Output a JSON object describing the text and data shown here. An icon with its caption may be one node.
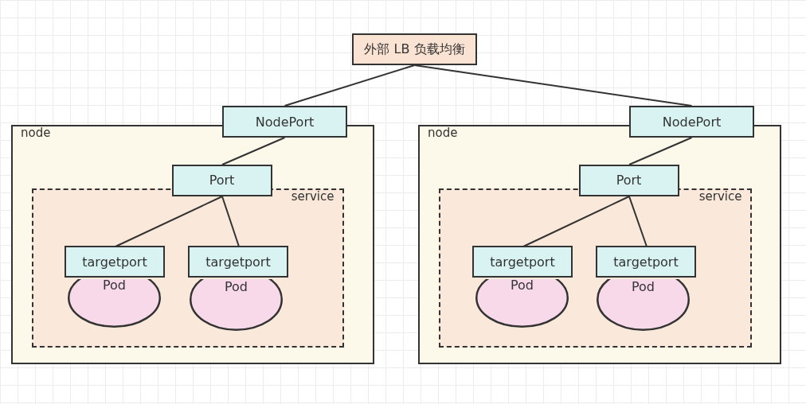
{
  "diagram": {
    "nodes": [
      {
        "text": [
          "外部 LB 负载均衡"
        ]
      },
      {
        "text": [
          "node"
        ]
      },
      {
        "text": [
          "NodePort"
        ]
      },
      {
        "text": [
          "Port"
        ],
        "in": 1
      },
      {
        "text": [
          "service"
        ],
        "in": 1
      },
      {
        "text": [
          "targetport"
        ],
        "in": 4
      },
      {
        "text": [
          "Pod"
        ],
        "in": 4
      },
      {
        "text": [
          "targetport"
        ],
        "in": 4
      },
      {
        "text": [
          "Pod"
        ],
        "in": 4
      },
      {
        "text": [
          "node"
        ]
      },
      {
        "text": [
          "NodePort"
        ]
      },
      {
        "text": [
          "Port"
        ],
        "in": 9
      },
      {
        "text": [
          "service"
        ],
        "in": 9
      },
      {
        "text": [
          "targetport"
        ],
        "in": 12
      },
      {
        "text": [
          "Pod"
        ],
        "in": 12
      },
      {
        "text": [
          "targetport"
        ],
        "in": 12
      },
      {
        "text": [
          "Pod"
        ],
        "in": 12
      }
    ],
    "edges": [
      {
        "from": 0,
        "to": 2,
        "arrow": "none"
      },
      {
        "from": 2,
        "to": 3,
        "arrow": "none"
      },
      {
        "from": 3,
        "to": 5,
        "arrow": "none"
      },
      {
        "from": 3,
        "to": 7,
        "arrow": "none"
      },
      {
        "from": 0,
        "to": 10,
        "arrow": "none"
      },
      {
        "from": 10,
        "to": 11,
        "arrow": "none"
      },
      {
        "from": 11,
        "to": 13,
        "arrow": "none"
      },
      {
        "from": 11,
        "to": 15,
        "arrow": "none"
      }
    ]
  }
}
